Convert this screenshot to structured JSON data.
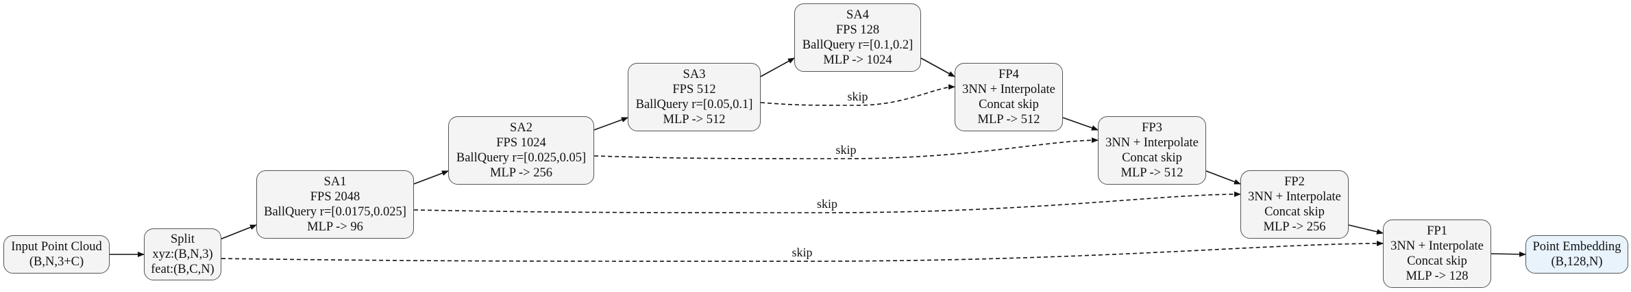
{
  "colors": {
    "node_fill": "#f4f4f4",
    "output_fill": "#e8f3fc",
    "border": "#555555",
    "edge": "#111111"
  },
  "nodes": {
    "input": {
      "lines": [
        "Input Point Cloud",
        "(B,N,3+C)"
      ]
    },
    "split": {
      "lines": [
        "Split",
        "xyz:(B,N,3)",
        "feat:(B,C,N)"
      ]
    },
    "sa1": {
      "lines": [
        "SA1",
        "FPS 2048",
        "BallQuery r=[0.0175,0.025]",
        "MLP -> 96"
      ]
    },
    "sa2": {
      "lines": [
        "SA2",
        "FPS 1024",
        "BallQuery r=[0.025,0.05]",
        "MLP -> 256"
      ]
    },
    "sa3": {
      "lines": [
        "SA3",
        "FPS 512",
        "BallQuery r=[0.05,0.1]",
        "MLP -> 512"
      ]
    },
    "sa4": {
      "lines": [
        "SA4",
        "FPS 128",
        "BallQuery r=[0.1,0.2]",
        "MLP -> 1024"
      ]
    },
    "fp4": {
      "lines": [
        "FP4",
        "3NN + Interpolate",
        "Concat skip",
        "MLP -> 512"
      ]
    },
    "fp3": {
      "lines": [
        "FP3",
        "3NN + Interpolate",
        "Concat skip",
        "MLP -> 512"
      ]
    },
    "fp2": {
      "lines": [
        "FP2",
        "3NN + Interpolate",
        "Concat skip",
        "MLP -> 256"
      ]
    },
    "fp1": {
      "lines": [
        "FP1",
        "3NN + Interpolate",
        "Concat skip",
        "MLP -> 128"
      ]
    },
    "output": {
      "lines": [
        "Point Embedding",
        "(B,128,N)"
      ]
    }
  },
  "edges": [
    {
      "from": "input",
      "to": "split",
      "style": "solid"
    },
    {
      "from": "split",
      "to": "sa1",
      "style": "solid"
    },
    {
      "from": "sa1",
      "to": "sa2",
      "style": "solid"
    },
    {
      "from": "sa2",
      "to": "sa3",
      "style": "solid"
    },
    {
      "from": "sa3",
      "to": "sa4",
      "style": "solid"
    },
    {
      "from": "sa4",
      "to": "fp4",
      "style": "solid"
    },
    {
      "from": "fp4",
      "to": "fp3",
      "style": "solid"
    },
    {
      "from": "fp3",
      "to": "fp2",
      "style": "solid"
    },
    {
      "from": "fp2",
      "to": "fp1",
      "style": "solid"
    },
    {
      "from": "fp1",
      "to": "output",
      "style": "solid"
    },
    {
      "from": "sa3",
      "to": "fp4",
      "style": "dashed",
      "label": "skip"
    },
    {
      "from": "sa2",
      "to": "fp3",
      "style": "dashed",
      "label": "skip"
    },
    {
      "from": "sa1",
      "to": "fp2",
      "style": "dashed",
      "label": "skip"
    },
    {
      "from": "split",
      "to": "fp1",
      "style": "dashed",
      "label": "skip"
    }
  ]
}
